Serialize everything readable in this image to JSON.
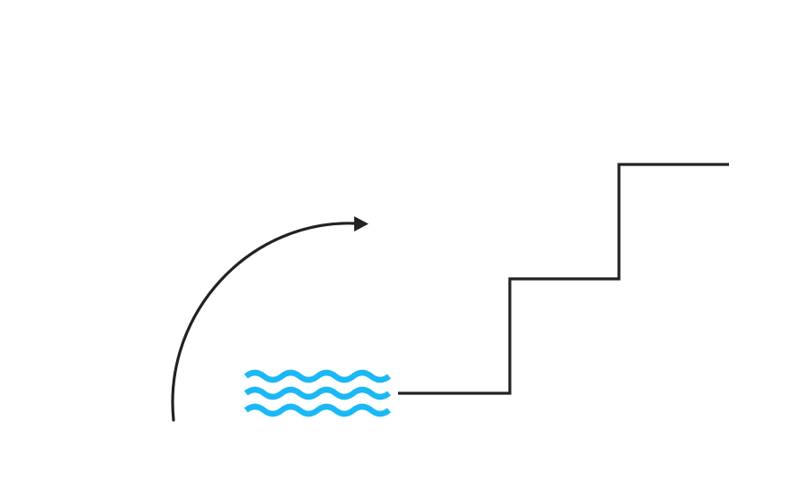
{
  "diagram": {
    "elements": [
      {
        "name": "curved-arrow",
        "icon": "curved-arrow-icon",
        "direction": "right"
      },
      {
        "name": "water-waves",
        "icon": "water-waves-icon",
        "wave_count": 3
      },
      {
        "name": "staircase-line",
        "icon": "staircase-icon",
        "step_count": 2
      }
    ]
  },
  "colors": {
    "background": "#ffffff",
    "line": "#222222",
    "water": "#1ab8f5"
  }
}
